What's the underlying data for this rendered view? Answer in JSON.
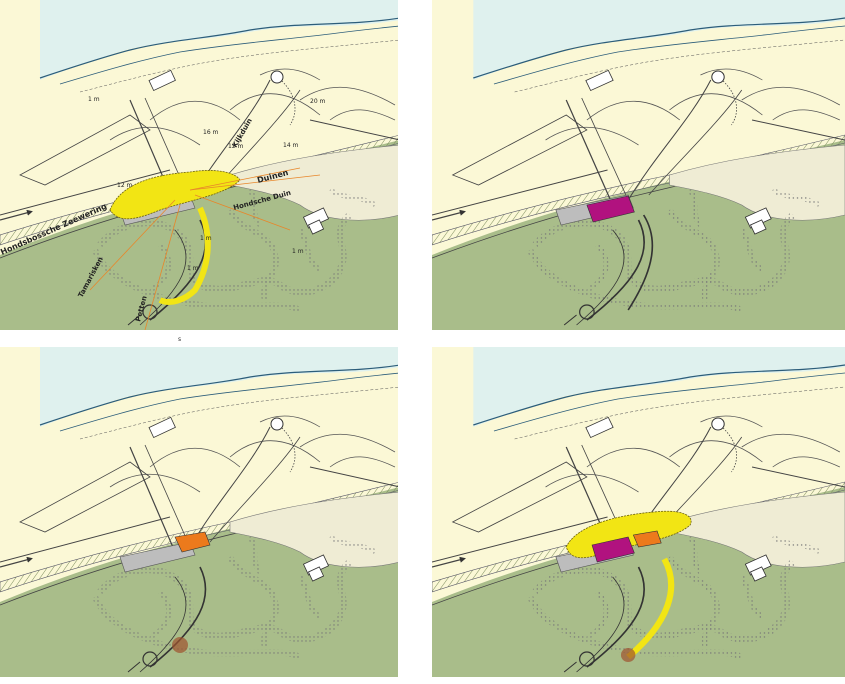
{
  "labels": {
    "zeewering": "Hondsbossche Zeewering",
    "duinen": "Duinen",
    "duin": "Hondsche Duin",
    "kijkduin": "Kijkduin",
    "tamarisken": "Tamarisken",
    "petten": "Petten",
    "m1a": "1 m",
    "m20": "20 m",
    "m16": "16 m",
    "m12": "12 m",
    "m14": "14 m",
    "m12b": "12 m",
    "m1b": "1 m",
    "m1c": "1 m",
    "m1d": "1 m",
    "dot": "s"
  },
  "colors": {
    "sea": "#dff1ee",
    "beach": "#fbf8d6",
    "polder": "#a9bd8a",
    "dunes": "#f1efd8",
    "yellow": "#f2e514",
    "magenta": "#b1127f",
    "orange": "#ec7a1c",
    "road": "#bdbdbd"
  }
}
